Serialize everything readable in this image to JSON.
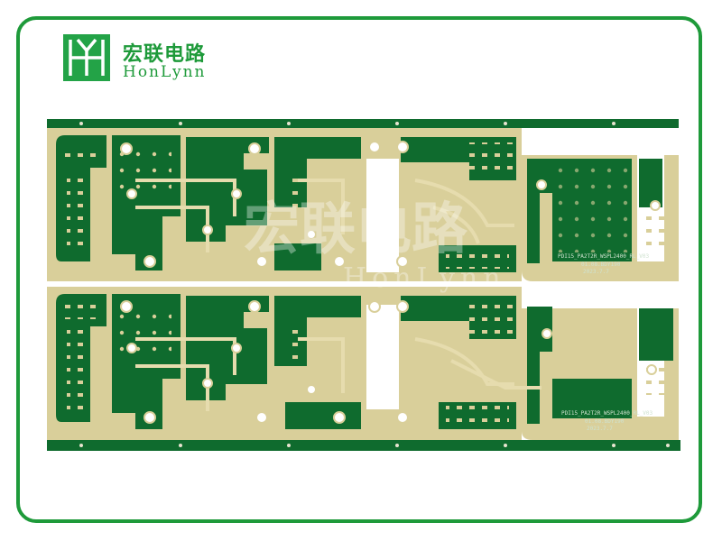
{
  "brand": {
    "name_cn": "宏联电路",
    "name_en": "HonLynn"
  },
  "watermark": {
    "text_cn": "宏联电路",
    "text_en": "HonLynn"
  },
  "board_top": {
    "label_line1": "PDI15_PA2T2R_WSPL2400_RL_V03",
    "label_line2": "01.08.BDY190",
    "label_line3": "2023.7.7"
  },
  "board_bottom": {
    "label_line1": "PDI15_PA2T2R_WSPL2400_RL_V03",
    "label_line2": "01.08.BDY190",
    "label_line3": "2023.7.7"
  },
  "colors": {
    "frame": "#1e9a3a",
    "solder_mask": "#0f6b2e",
    "gold": "#d9cf9a",
    "copper_light": "#e6dcae"
  }
}
